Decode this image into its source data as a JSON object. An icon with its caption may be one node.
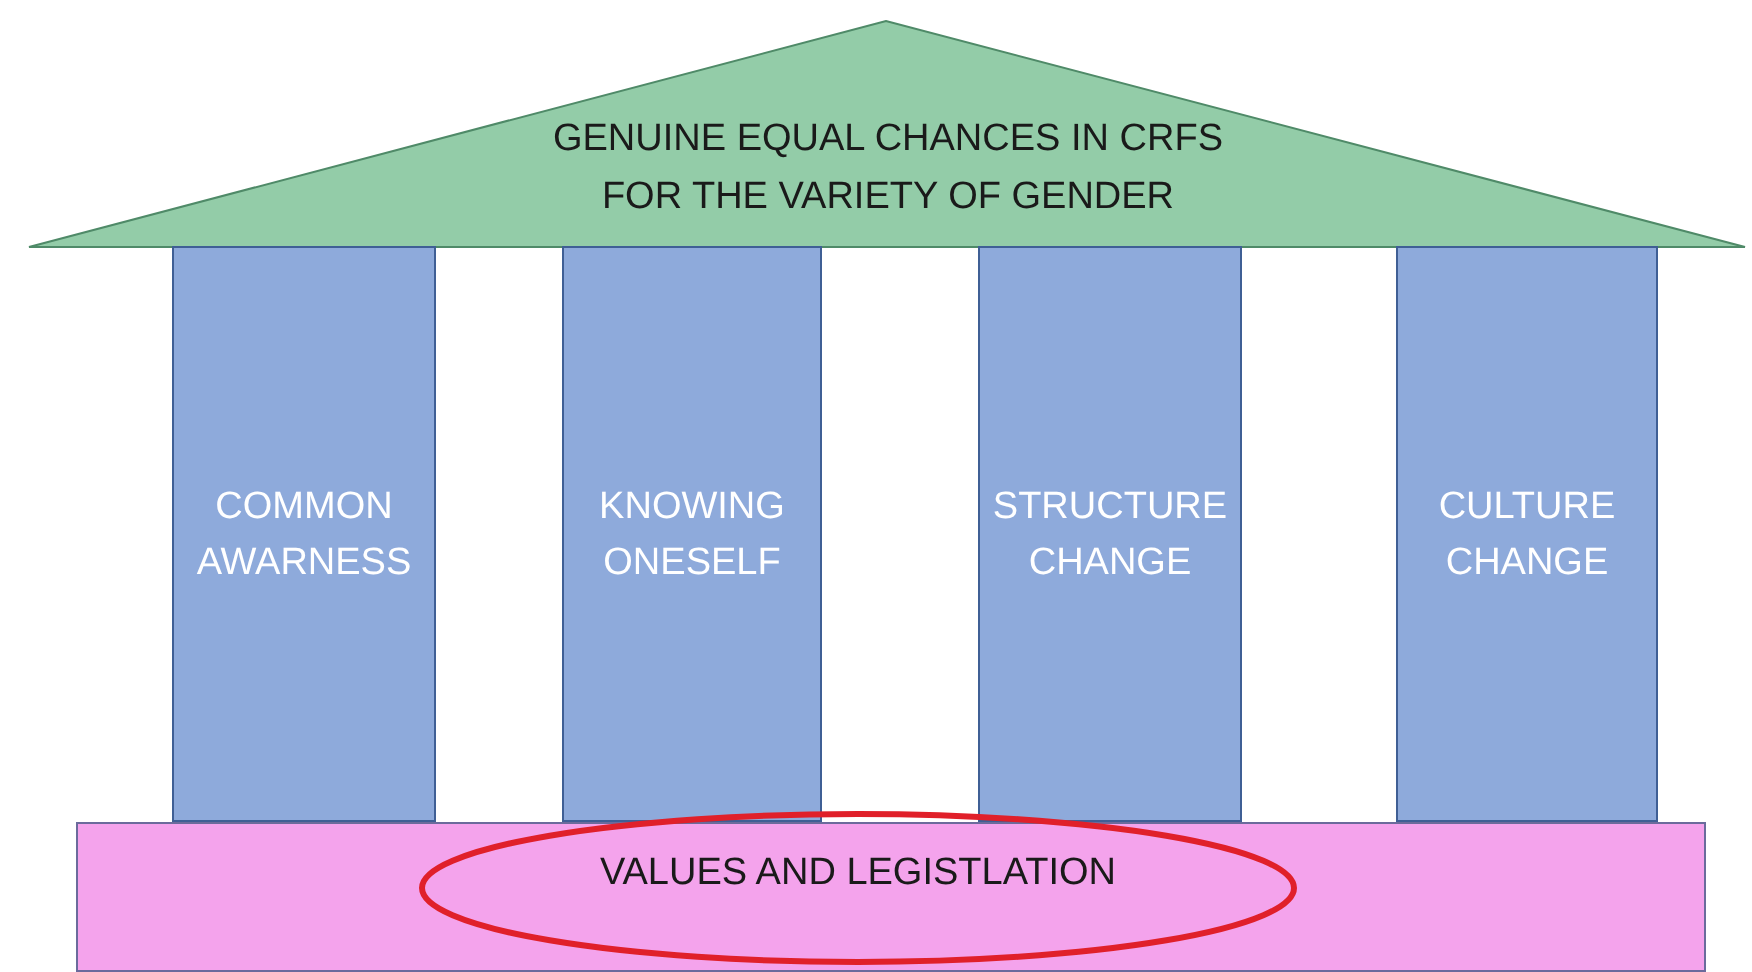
{
  "diagram": {
    "nodes": [
      {
        "text": [
          "GENUINE EQUAL CHANCES IN CRFS FOR THE VARIETY OF GENDER"
        ]
      },
      {
        "text": [
          "COMMON AWARNESS"
        ]
      },
      {
        "text": [
          "KNOWING ONESELF"
        ]
      },
      {
        "text": [
          "STRUCTURE CHANGE"
        ]
      },
      {
        "text": [
          "CULTURE CHANGE"
        ]
      },
      {
        "text": [
          "VALUES AND LEGISTLATION"
        ]
      }
    ],
    "edges": []
  }
}
